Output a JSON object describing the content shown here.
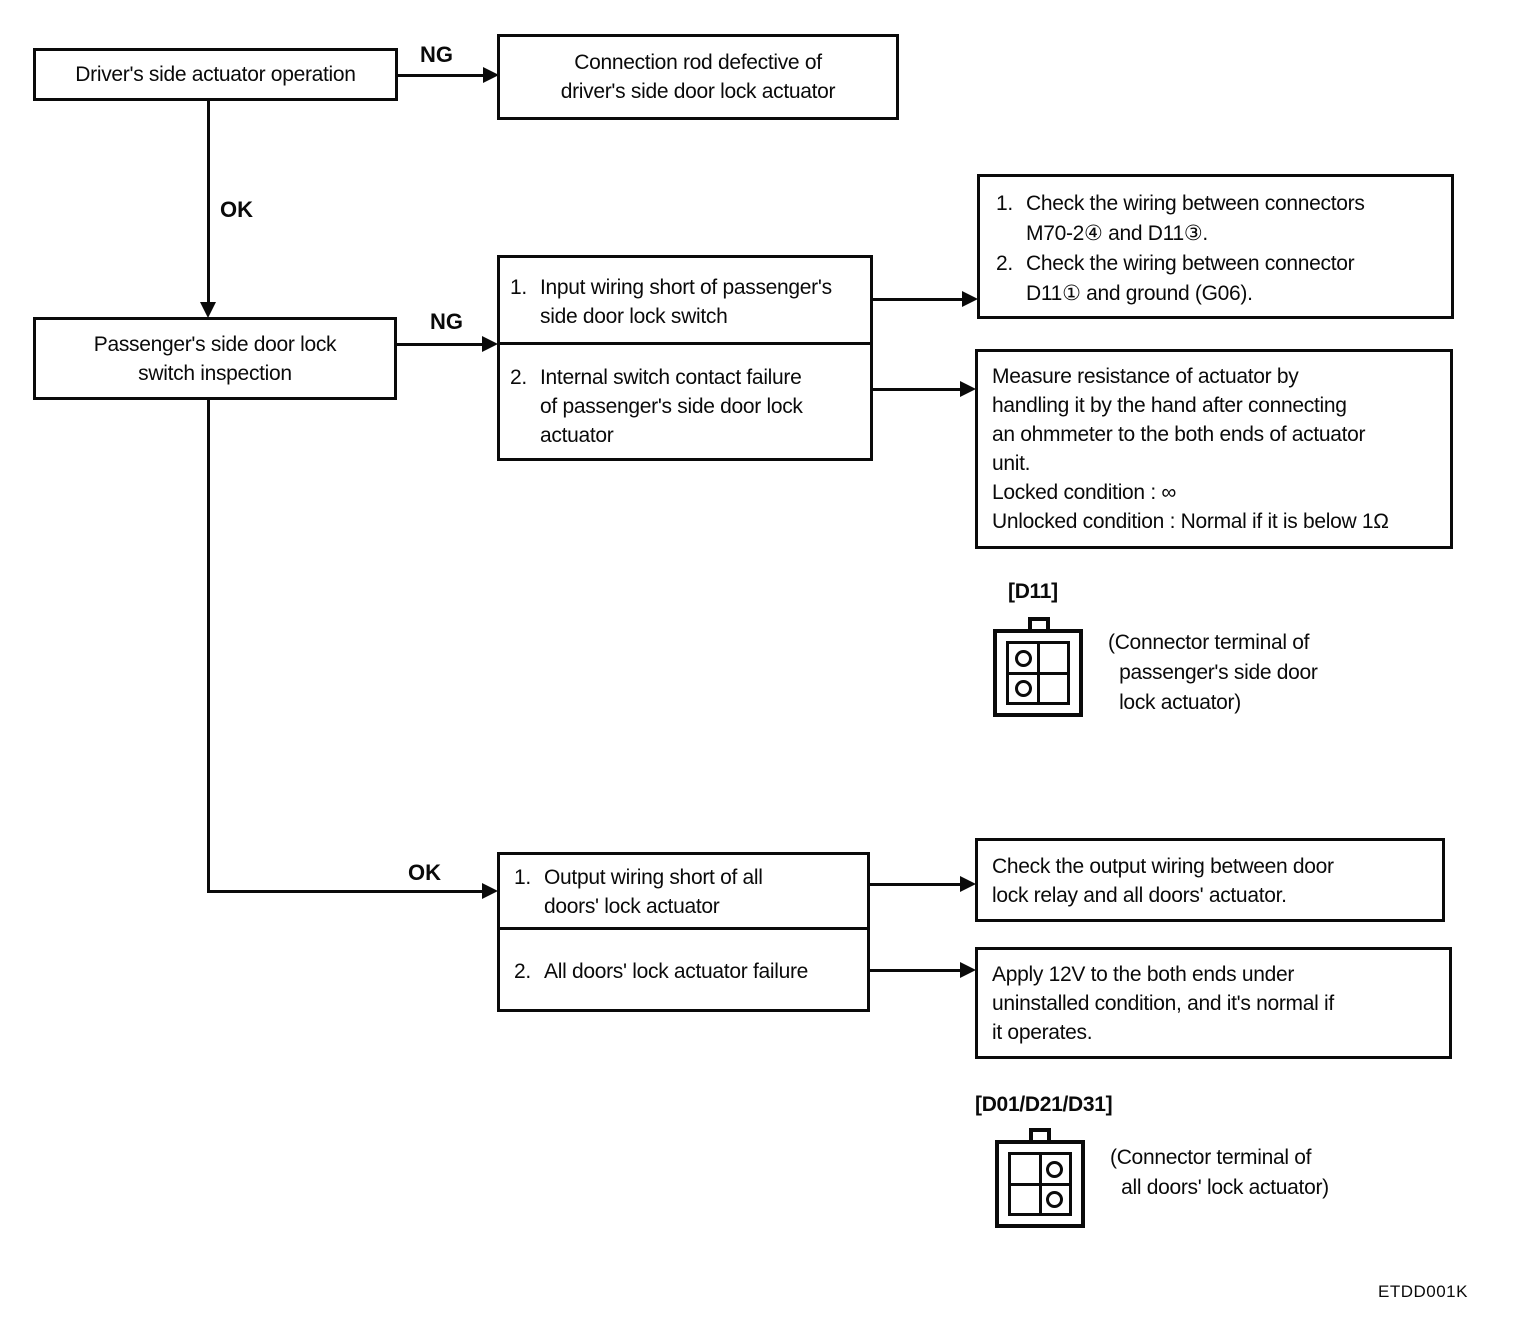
{
  "labels": {
    "ng_top": "NG",
    "ok_top": "OK",
    "ng_mid": "NG",
    "ok_bottom": "OK",
    "doc_code": "ETDD001K"
  },
  "boxes": {
    "driver": "Driver's side actuator operation",
    "connection_rod": "Connection rod defective of\ndriver's side door lock actuator",
    "passenger": "Passenger's side door lock\nswitch inspection",
    "causes_ng": [
      {
        "num": "1.",
        "text": "Input wiring short of passenger's\nside door lock switch"
      },
      {
        "num": "2.",
        "text": "Internal switch contact failure\nof passenger's side door lock\nactuator"
      }
    ],
    "check_wiring": [
      {
        "num": "1.",
        "text": "Check the wiring between connectors\nM70-2④ and D11③."
      },
      {
        "num": "2.",
        "text": "Check the wiring between connector\nD11① and ground (G06)."
      }
    ],
    "measure_resistance": "Measure resistance of actuator by\nhandling it by the hand after connecting\nan ohmmeter to the both ends of actuator\nunit.\nLocked condition : ∞\nUnlocked condition : Normal if it is below 1Ω",
    "causes_ok": [
      {
        "num": "1.",
        "text": "Output wiring short of all\ndoors' lock actuator"
      },
      {
        "num": "2.",
        "text": "All doors' lock actuator failure"
      }
    ],
    "check_output": "Check the output wiring between door\nlock relay and all doors' actuator.",
    "apply_12v": "Apply 12V to the both ends under\nuninstalled condition, and it's normal if\nit operates."
  },
  "connectors": {
    "d11": {
      "label": "[D11]",
      "caption": "(Connector terminal of\n  passenger's side door\n  lock actuator)"
    },
    "d01": {
      "label": "[D01/D21/D31]",
      "caption": "(Connector terminal of\n  all doors' lock actuator)"
    }
  }
}
